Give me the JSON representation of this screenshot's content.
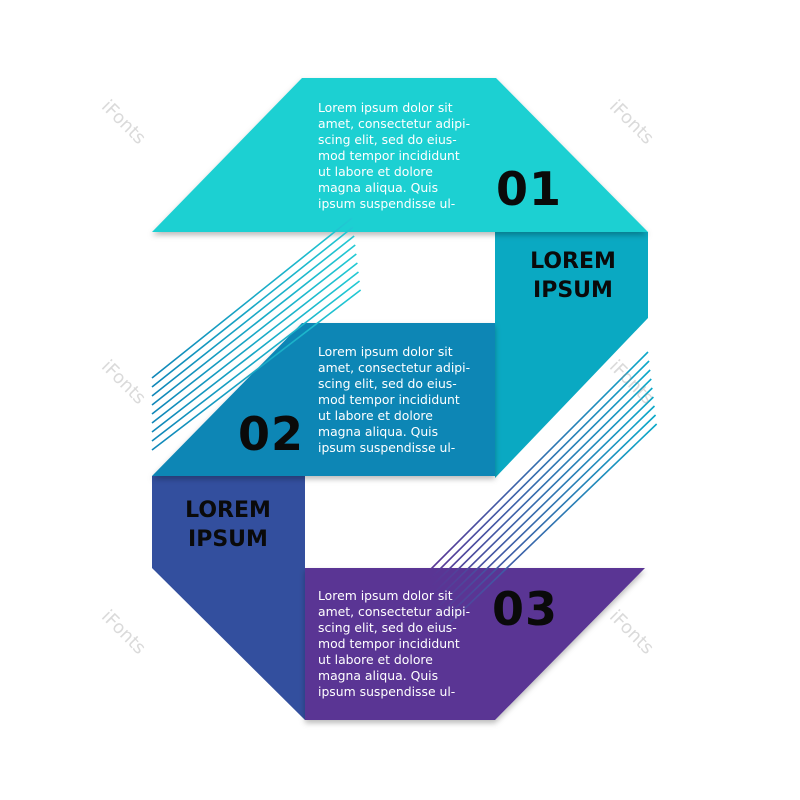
{
  "diagram": {
    "steps": [
      {
        "number": "01",
        "text": "Lorem ipsum dolor sit\namet, consectetur adipi-\nscing elit, sed do eius-\nmod tempor incididunt\nut labore et dolore\nmagna aliqua. Quis\nipsum suspendisse ul-",
        "color": "#1fd0d2"
      },
      {
        "number": "02",
        "text": "Lorem ipsum dolor sit\namet, consectetur adipi-\nscing elit, sed do eius-\nmod tempor incididunt\nut labore et dolore\nmagna aliqua. Quis\nipsum suspendisse ul-",
        "color": "#0d86b5"
      },
      {
        "number": "03",
        "text": "Lorem ipsum dolor sit\namet, consectetur adipi-\nscing elit, sed do eius-\nmod tempor incididunt\nut labore et dolore\nmagna aliqua. Quis\nipsum suspendisse ul-",
        "color": "#5a3494"
      }
    ],
    "headings": [
      {
        "text": "LOREM\nIPSUM",
        "color": "#0aa9c2"
      },
      {
        "text": "LOREM\nIPSUM",
        "color": "#334f9e"
      }
    ],
    "watermark": "iFonts"
  }
}
